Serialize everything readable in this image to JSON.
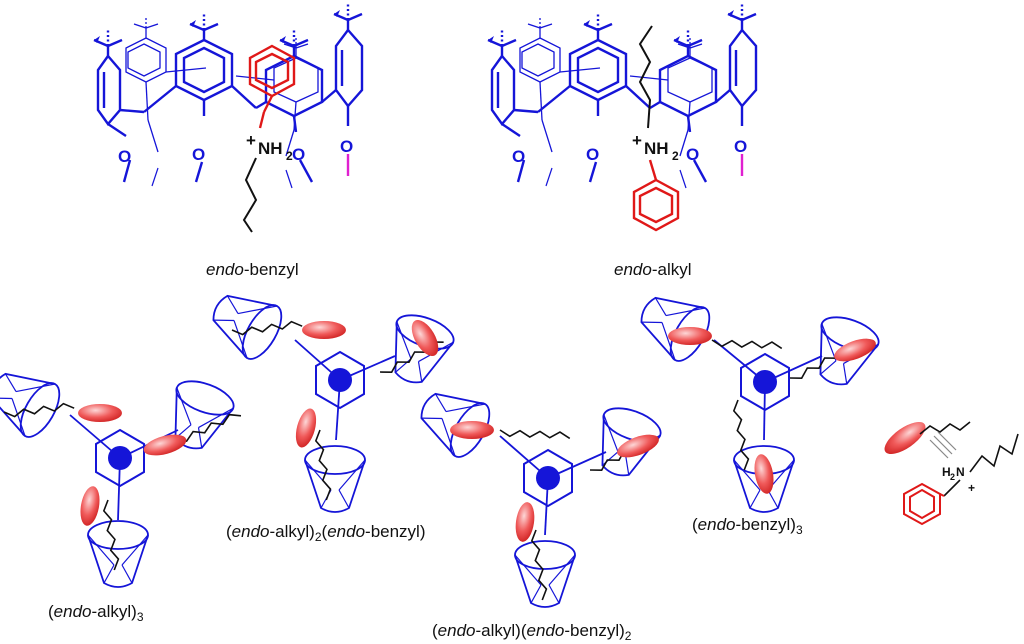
{
  "colors": {
    "macrocycle": "#1515d8",
    "guest": "#111111",
    "aromatic": "#e01818",
    "ellipse": "#f05050",
    "methyl_tag": "#e020d0"
  },
  "icons": {
    "macrocycle": "calixarene-structure",
    "cone": "cone-receptor",
    "core": "benzene-core"
  },
  "structures": {
    "endo_benzyl": {
      "label_em": "endo",
      "label_rest": "-benzyl",
      "ammonium": "NH",
      "sub": "2",
      "charge": "+",
      "oxygen": "O"
    },
    "endo_alkyl": {
      "label_em": "endo",
      "label_rest": "-alkyl",
      "ammonium": "NH",
      "sub": "2",
      "charge": "+",
      "oxygen": "O"
    }
  },
  "assemblies": {
    "a1": {
      "pre": "(",
      "em1": "endo",
      "mid1": "-alkyl)",
      "sub1": "3"
    },
    "a2": {
      "pre": "(",
      "em1": "endo",
      "mid1": "-alkyl)",
      "sub1": "2",
      "mid2": "(",
      "em2": "endo",
      "mid3": "-benzyl)"
    },
    "a3": {
      "pre": "(",
      "em1": "endo",
      "mid1": "-alkyl)(",
      "em2": "endo",
      "mid2": "-benzyl)",
      "sub2": "2"
    },
    "a4": {
      "pre": "(",
      "em1": "endo",
      "mid1": "-benzyl)",
      "sub1": "3"
    }
  },
  "legend": {
    "guest": "H",
    "guest_sub": "2",
    "guest_atom": "N",
    "charge": "+"
  }
}
